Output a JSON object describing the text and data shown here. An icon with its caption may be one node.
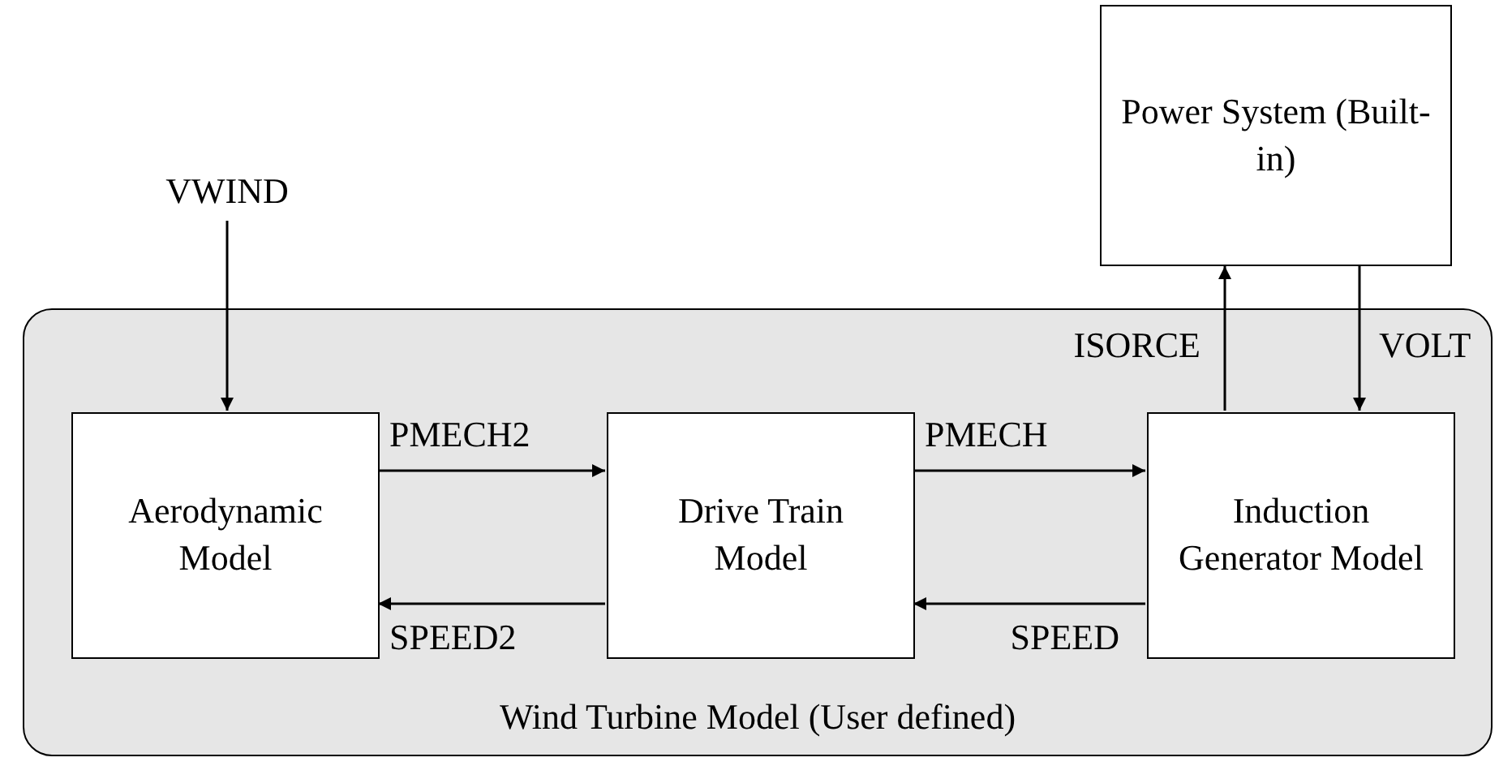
{
  "diagram": {
    "nodes": [
      {
        "text": [
          "Wind Turbine Model (User defined)"
        ]
      },
      {
        "text": [
          "Aerodynamic Model"
        ],
        "in": 0
      },
      {
        "text": [
          "Drive Train Model"
        ],
        "in": 0
      },
      {
        "text": [
          "Induction Generator Model"
        ],
        "in": 0
      },
      {
        "text": [
          "Power System (Built-in)"
        ]
      },
      {
        "text": [
          "VWIND"
        ]
      }
    ],
    "edges": [
      {
        "from": 5,
        "to": 1,
        "arrow": "to"
      },
      {
        "from": 1,
        "to": 2,
        "arrow": "to",
        "label": "PMECH2"
      },
      {
        "from": 2,
        "to": 3,
        "arrow": "to",
        "label": "PMECH"
      },
      {
        "from": 3,
        "to": 2,
        "arrow": "to",
        "label": "SPEED"
      },
      {
        "from": 2,
        "to": 1,
        "arrow": "to",
        "label": "SPEED2"
      },
      {
        "from": 3,
        "to": 4,
        "arrow": "to",
        "label": "ISORCE"
      },
      {
        "from": 4,
        "to": 3,
        "arrow": "to",
        "label": "VOLT"
      }
    ]
  }
}
